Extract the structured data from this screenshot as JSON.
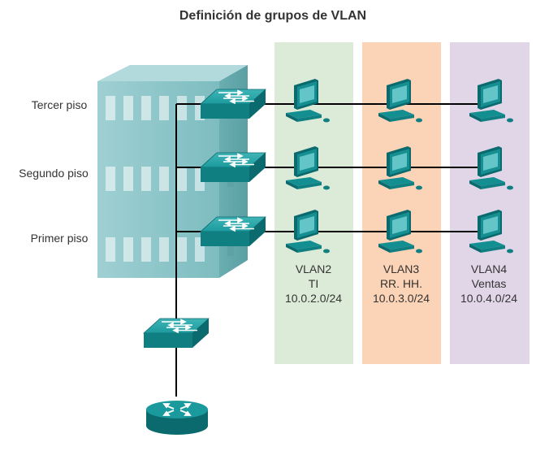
{
  "title": "Definición de grupos de VLAN",
  "floors": [
    {
      "label": "Tercer piso"
    },
    {
      "label": "Segundo piso"
    },
    {
      "label": "Primer piso"
    }
  ],
  "vlans": [
    {
      "name": "VLAN2",
      "dept": "TI",
      "subnet": "10.0.2.0/24",
      "color": "#dcebd7"
    },
    {
      "name": "VLAN3",
      "dept": "RR. HH.",
      "subnet": "10.0.3.0/24",
      "color": "#fbd3b6"
    },
    {
      "name": "VLAN4",
      "dept": "Ventas",
      "subnet": "10.0.4.0/24",
      "color": "#e0d6e8"
    }
  ],
  "colors": {
    "device_teal": "#138e91",
    "device_dark": "#0b6a6d",
    "building": "#8cc5c8",
    "link": "#000000"
  },
  "icons": [
    "building-icon",
    "switch-icon",
    "pc-icon",
    "router-icon"
  ]
}
